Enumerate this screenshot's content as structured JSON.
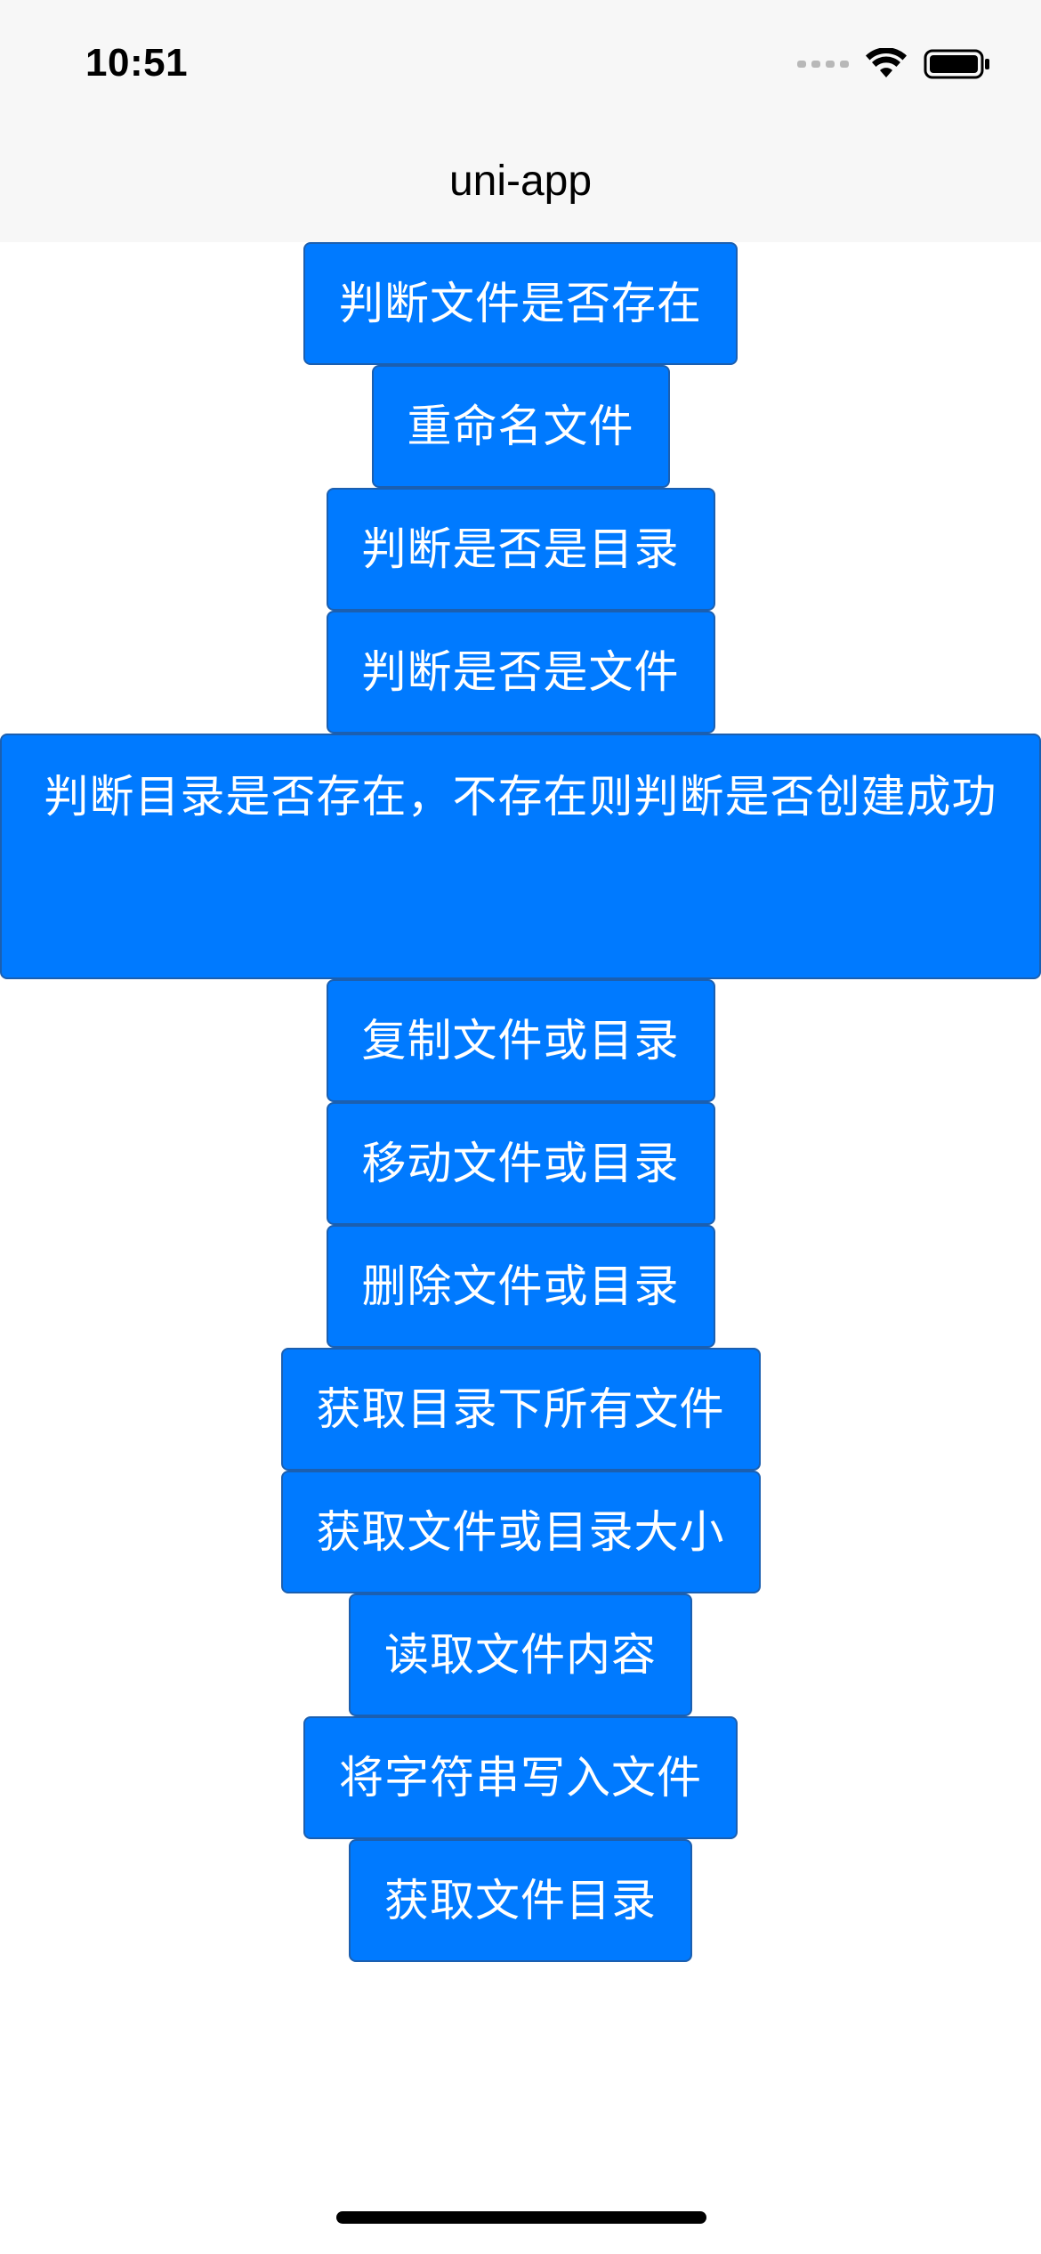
{
  "status_bar": {
    "time": "10:51"
  },
  "nav": {
    "title": "uni-app"
  },
  "buttons": [
    "判断文件是否存在",
    "重命名文件",
    "判断是否是目录",
    "判断是否是文件",
    "判断目录是否存在，不存在则判断是否创建成功",
    "复制文件或目录",
    "移动文件或目录",
    "删除文件或目录",
    "获取目录下所有文件",
    "获取文件或目录大小",
    "读取文件内容",
    "将字符串写入文件",
    "获取文件目录"
  ],
  "colors": {
    "button_bg": "#007aff",
    "bar_bg": "#f7f7f7"
  }
}
